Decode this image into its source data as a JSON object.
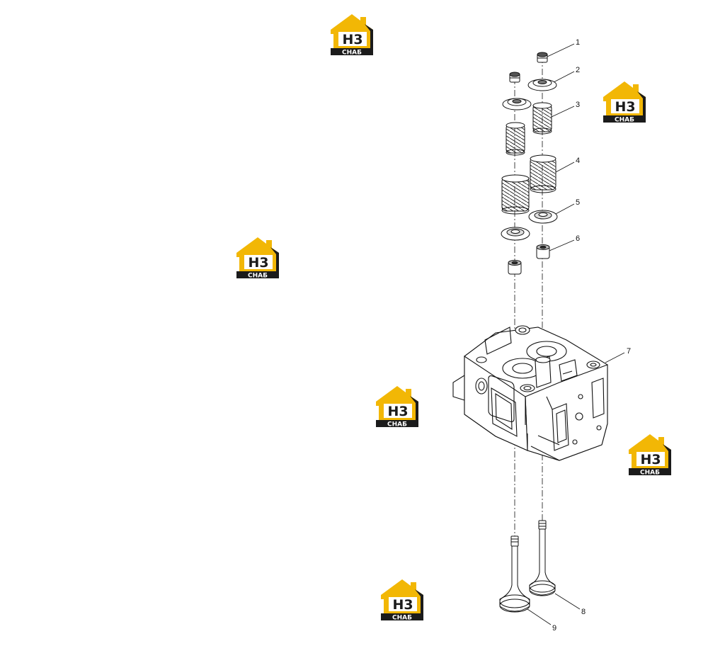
{
  "watermark": {
    "mark": "H3",
    "caption": "CHAБ",
    "colors": {
      "gold": "#f2b705",
      "dark": "#1b1b1b",
      "white": "#ffffff"
    }
  },
  "callouts": [
    {
      "id": "1",
      "label": "1"
    },
    {
      "id": "2",
      "label": "2"
    },
    {
      "id": "3",
      "label": "3"
    },
    {
      "id": "4",
      "label": "4"
    },
    {
      "id": "5",
      "label": "5"
    },
    {
      "id": "6",
      "label": "6"
    },
    {
      "id": "7",
      "label": "7"
    },
    {
      "id": "8",
      "label": "8"
    },
    {
      "id": "9",
      "label": "9"
    }
  ],
  "colors": {
    "ink": "#111111",
    "paper": "#ffffff",
    "shade": "#d9d9d9"
  }
}
